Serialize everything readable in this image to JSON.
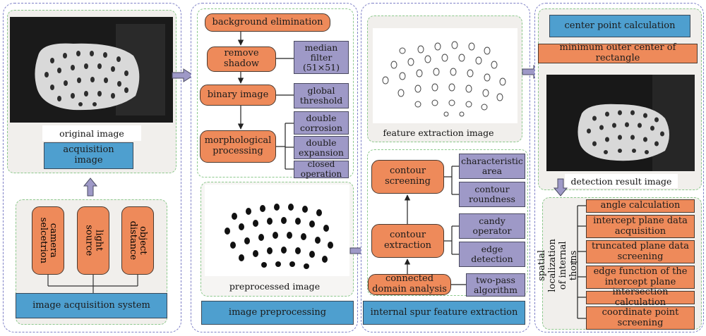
{
  "panel1": {
    "original_image_label": "original image",
    "acquisition_image": "acquisition image",
    "camera": "camera selcetrion",
    "light": "light source",
    "object": "object distance",
    "system": "image acquisition system"
  },
  "panel2": {
    "background": "background elimination",
    "remove_shadow": "remove shadow",
    "median_filter": "median filter (51×51)",
    "binary_image": "binary image",
    "global_threshold": "global threshold",
    "morph": "morphological processing",
    "double_corrosion": "double corrosion",
    "double_expansion": "double expansion",
    "closed_operation": "closed operation",
    "preprocessed_label": "preprocessed image",
    "title": "image preprocessing"
  },
  "panel3": {
    "feature_label": "feature extraction image",
    "contour_screening": "contour screening",
    "characteristic_area": "characteristic area",
    "contour_roundness": "contour roundness",
    "contour_extraction": "contour extraction",
    "candy_operator": "candy operator",
    "edge_detection": "edge detection",
    "connected_domain": "connected domain analysis",
    "two_pass": "two-pass algorithm",
    "title": "internal spur feature extraction"
  },
  "panel4": {
    "center_point": "center point calculation",
    "min_outer": "minimum outer center of rectangle",
    "detection_label": "detection result image",
    "spatial": "spatial localization of internal thorns",
    "items": [
      "angle calculation",
      "intercept plane data acquisition",
      "truncated plane data screening",
      "edge function of the intercept plane",
      "intersection calculation",
      "coordinate point screening"
    ]
  },
  "colors": {
    "orange": "#ee8a5a",
    "purple": "#9e99c7",
    "blue": "#4e9fcf",
    "panel_border": "#7d7fc6",
    "sub_border": "#8cc98c"
  }
}
